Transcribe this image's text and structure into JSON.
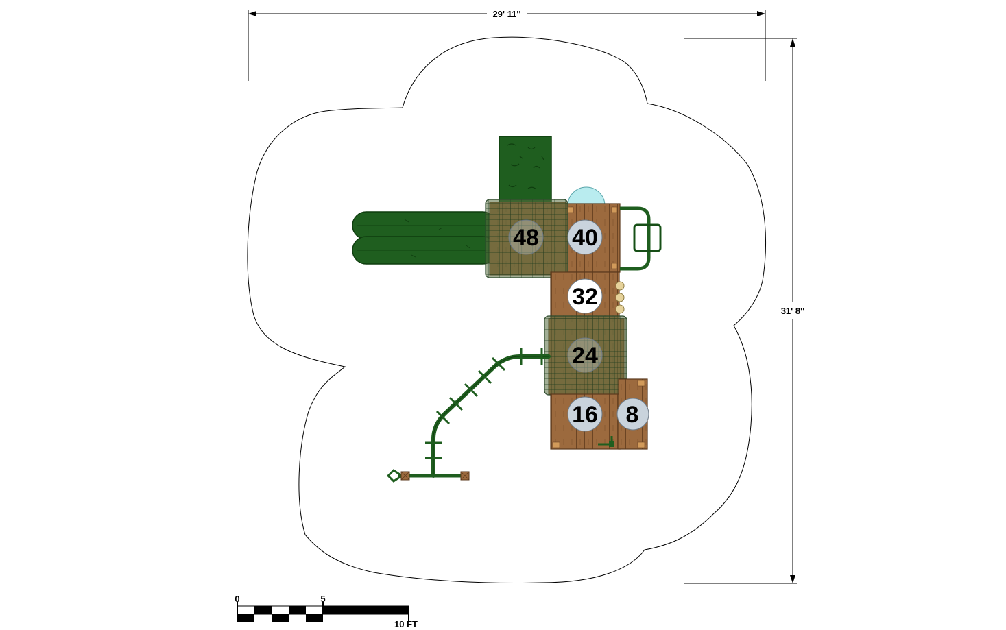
{
  "dimensions": {
    "width_label": "29' 11''",
    "height_label": "31' 8''"
  },
  "decks": [
    {
      "id": "48",
      "label": "48"
    },
    {
      "id": "40",
      "label": "40"
    },
    {
      "id": "32",
      "label": "32"
    },
    {
      "id": "24",
      "label": "24"
    },
    {
      "id": "16",
      "label": "16"
    },
    {
      "id": "8",
      "label": "8"
    }
  ],
  "scale_bar": {
    "label_zero": "0",
    "label_mid": "5",
    "label_end": "10 FT"
  },
  "colors": {
    "wood": "#9c6a3e",
    "wood_dark": "#6b4423",
    "green": "#1f5e1f",
    "green_dark": "#0f3d0f",
    "canopy": "#3a5a3a",
    "circle_fill": "#c9d3dc",
    "bubble": "#b9ecef"
  }
}
